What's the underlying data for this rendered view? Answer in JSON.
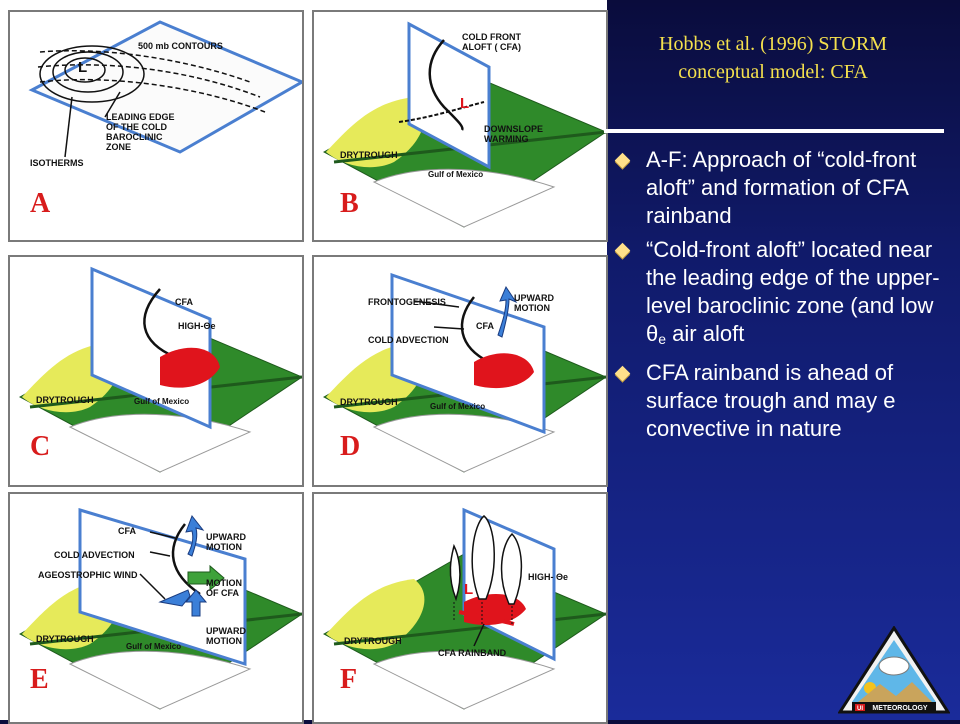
{
  "title": {
    "line1": "Hobbs et al. (1996) STORM",
    "line2": "conceptual model: CFA"
  },
  "bullets": [
    {
      "text": "A-F: Approach of “cold-front aloft” and formation of CFA rainband"
    },
    {
      "text_before": "“Cold-front aloft” located near the leading edge of the upper-level baroclinic zone (and low ",
      "symbol": "θ",
      "subscript": "e",
      "text_after": " air aloft"
    },
    {
      "text": "CFA rainband is ahead of surface trough and may e convective in nature"
    }
  ],
  "panels": {
    "A": {
      "letter": "A",
      "contours_label": "500 mb CONTOURS",
      "low_symbol": "L",
      "leading_edge_label": "LEADING EDGE OF THE COLD BAROCLINIC ZONE",
      "isotherms_label": "ISOTHERMS"
    },
    "B": {
      "letter": "B",
      "cfa_label": "COLD FRONT ALOFT ( CFA)",
      "low_symbol": "L",
      "downslope_label": "DOWNSLOPE WARMING",
      "drytrough_label": "DRYTROUGH",
      "gulf_label": "Gulf of Mexico"
    },
    "C": {
      "letter": "C",
      "cfa_label": "CFA",
      "high_theta_label": "HIGH-Θe",
      "drytrough_label": "DRYTROUGH",
      "gulf_label": "Gulf of Mexico"
    },
    "D": {
      "letter": "D",
      "frontogenesis_label": "FRONTOGENESIS",
      "upward_label": "UPWARD MOTION",
      "cfa_label": "CFA",
      "cold_adv_label": "COLD ADVECTION",
      "drytrough_label": "DRYTROUGH",
      "gulf_label": "Gulf of Mexico"
    },
    "E": {
      "letter": "E",
      "cfa_label": "CFA",
      "upward_top_label": "UPWARD MOTION",
      "cold_adv_label": "COLD ADVECTION",
      "ageo_label": "AGEOSTROPHIC WIND",
      "motion_label": "MOTION OF CFA",
      "upward_bottom_label": "UPWARD MOTION",
      "drytrough_label": "DRYTROUGH",
      "gulf_label": "Gulf of Mexico"
    },
    "F": {
      "letter": "F",
      "high_theta_label": "HIGH- Θe",
      "low_symbol": "L",
      "drytrough_label": "DRYTROUGH",
      "cfa_rainband_label": "CFA RAINBAND"
    }
  },
  "logo": {
    "text": "METEOROLOGY",
    "badge": "UI"
  },
  "colors": {
    "background_top": "#0a0c3c",
    "background_bottom": "#1a2b9a",
    "title": "#f4e04d",
    "bullet_text": "#ffffff",
    "panel_letter": "#d81c1c",
    "land_green": "#2f8a2a",
    "high_terrain_yellow": "#e6ea5a",
    "gulf_white": "#ffffff",
    "plane_blue": "#4a7fd0",
    "high_theta_red": "#e0141c",
    "arrow_blue": "#3b7fd8"
  }
}
